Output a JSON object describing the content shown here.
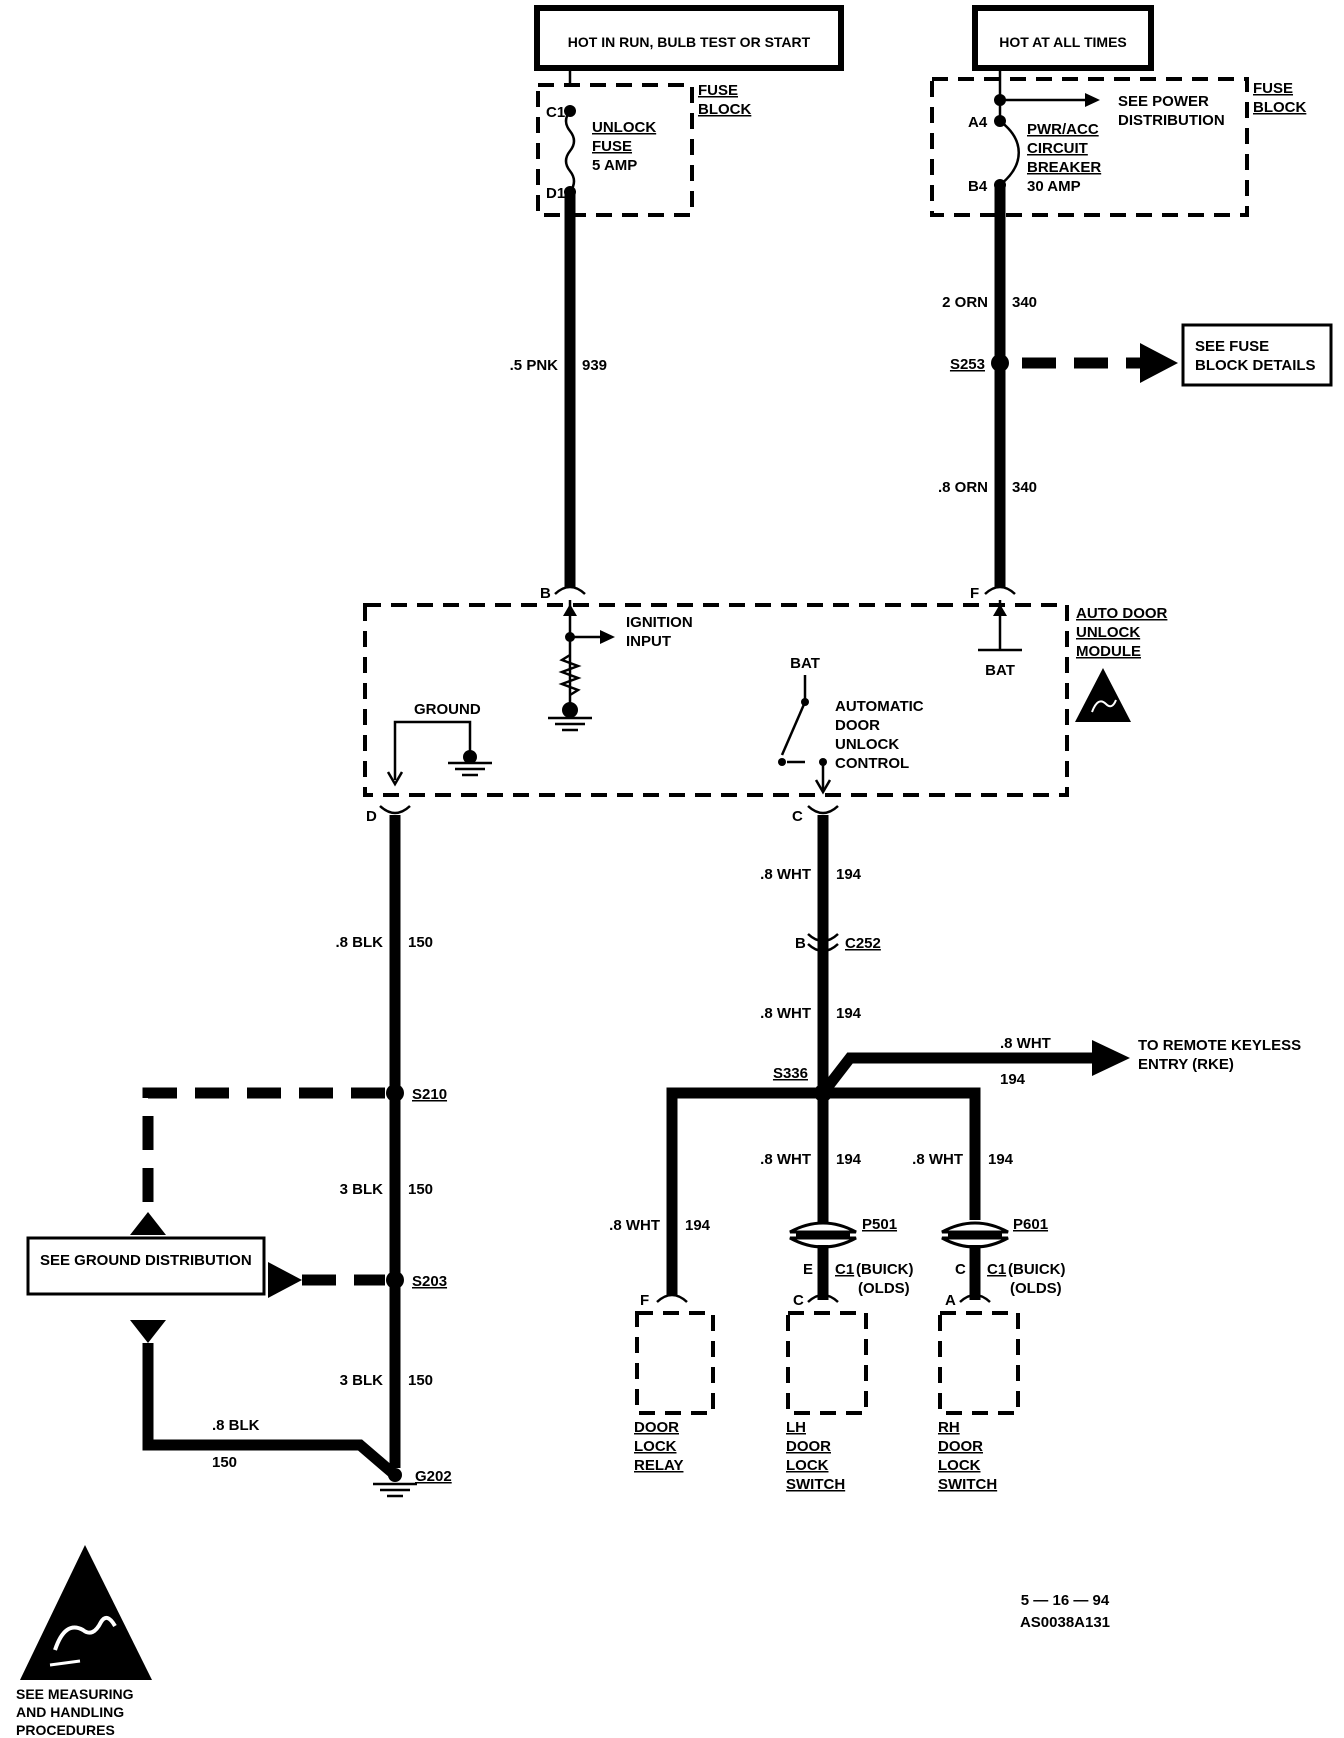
{
  "power": {
    "run_label": "HOT IN RUN, BULB TEST OR START",
    "always_label": "HOT AT ALL TIMES"
  },
  "fuse_block_left": {
    "title": [
      "FUSE",
      "BLOCK"
    ],
    "pin_top": "C1",
    "pin_bottom": "D1",
    "fuse_name": [
      "UNLOCK",
      "FUSE"
    ],
    "fuse_rating": "5 AMP"
  },
  "fuse_block_right": {
    "title": [
      "FUSE",
      "BLOCK"
    ],
    "pin_top": "A4",
    "pin_bottom": "B4",
    "see_power": [
      "SEE POWER",
      "DISTRIBUTION"
    ],
    "breaker": [
      "PWR/ACC",
      "CIRCUIT",
      "BREAKER"
    ],
    "breaker_rating": "30 AMP"
  },
  "wires": {
    "pnk": ".5 PNK",
    "pnk_circuit": "939",
    "orn2": "2 ORN",
    "orn2_circuit": "340",
    "orn8": ".8 ORN",
    "orn8_circuit": "340",
    "blk8": ".8 BLK",
    "blk8_circuit": "150",
    "blk3a": "3 BLK",
    "blk3a_circuit": "150",
    "blk3b": "3 BLK",
    "blk3b_circuit": "150",
    "blk_ground": ".8 BLK",
    "blk_ground_circuit": "150",
    "wht_a": ".8 WHT",
    "wht_a_circuit": "194",
    "wht_b": ".8 WHT",
    "wht_b_circuit": "194",
    "wht_rke": ".8 WHT",
    "wht_rke_circuit": "194",
    "wht_relay": ".8 WHT",
    "wht_relay_circuit": "194",
    "wht_lh": ".8 WHT",
    "wht_lh_circuit": "194",
    "wht_rh": ".8 WHT",
    "wht_rh_circuit": "194"
  },
  "splices": {
    "s253": "S253",
    "s210": "S210",
    "s203": "S203",
    "s336": "S336",
    "g202": "G202",
    "c252": "C252",
    "c252_pin": "B"
  },
  "see_fuse_details": [
    "SEE FUSE",
    "BLOCK DETAILS"
  ],
  "module": {
    "title": [
      "AUTO DOOR",
      "UNLOCK",
      "MODULE"
    ],
    "pin_b": "B",
    "pin_f": "F",
    "pin_d": "D",
    "pin_c": "C",
    "ignition": [
      "IGNITION",
      "INPUT"
    ],
    "bat_right": "BAT",
    "bat_switch": "BAT",
    "ground": "GROUND",
    "control": [
      "AUTOMATIC",
      "DOOR",
      "UNLOCK",
      "CONTROL"
    ]
  },
  "rke": [
    "TO REMOTE KEYLESS",
    "ENTRY (RKE)"
  ],
  "ground_distribution": "SEE GROUND DISTRIBUTION",
  "connectors": {
    "p501": "P501",
    "p601": "P601",
    "c1_lh": "C1",
    "c1_rh": "C1",
    "buick": "(BUICK)",
    "olds": "(OLDS)",
    "lh_pin_e": "E",
    "lh_pin_c": "C",
    "rh_pin_c": "C",
    "rh_pin_a": "A",
    "relay_pin_f": "F"
  },
  "components": {
    "relay": [
      "DOOR",
      "LOCK",
      "RELAY"
    ],
    "lh_switch": [
      "LH",
      "DOOR",
      "LOCK",
      "SWITCH"
    ],
    "rh_switch": [
      "RH",
      "DOOR",
      "LOCK",
      "SWITCH"
    ]
  },
  "esd_note": [
    "SEE MEASURING",
    "AND HANDLING",
    "PROCEDURES"
  ],
  "footer": {
    "date": "5 — 16 — 94",
    "code": "AS0038A131"
  }
}
